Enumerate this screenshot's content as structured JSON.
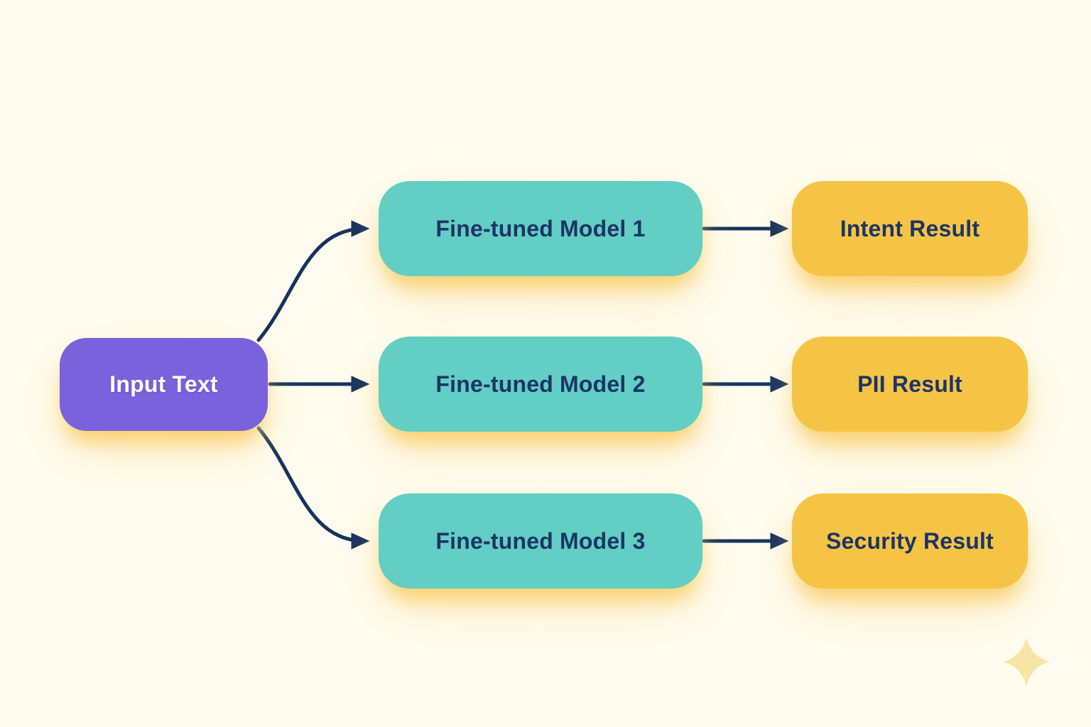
{
  "diagram": {
    "nodes": {
      "input": {
        "label": "Input Text",
        "fill": "#7A62DC",
        "text_color": "#FFFFFF"
      },
      "model1": {
        "label": "Fine-tuned Model 1",
        "fill": "#63CEC3",
        "text_color": "#1C3566"
      },
      "model2": {
        "label": "Fine-tuned Model 2",
        "fill": "#63CEC3",
        "text_color": "#1C3566"
      },
      "model3": {
        "label": "Fine-tuned Model 3",
        "fill": "#63CEC3",
        "text_color": "#1C3566"
      },
      "result1": {
        "label": "Intent Result",
        "fill": "#F6C445",
        "text_color": "#1C3566"
      },
      "result2": {
        "label": "PII Result",
        "fill": "#F6C445",
        "text_color": "#1C3566"
      },
      "result3": {
        "label": "Security Result",
        "fill": "#F6C445",
        "text_color": "#1C3566"
      }
    },
    "edges": [
      {
        "from": "input",
        "to": "model1"
      },
      {
        "from": "input",
        "to": "model2"
      },
      {
        "from": "input",
        "to": "model3"
      },
      {
        "from": "model1",
        "to": "result1"
      },
      {
        "from": "model2",
        "to": "result2"
      },
      {
        "from": "model3",
        "to": "result3"
      }
    ],
    "colors": {
      "background": "#FFFCEF",
      "arrow": "#16325F",
      "glow": "#F6CD60",
      "sparkle": "#F8E5A6"
    },
    "decorations": [
      {
        "icon": "sparkle-icon"
      }
    ]
  }
}
